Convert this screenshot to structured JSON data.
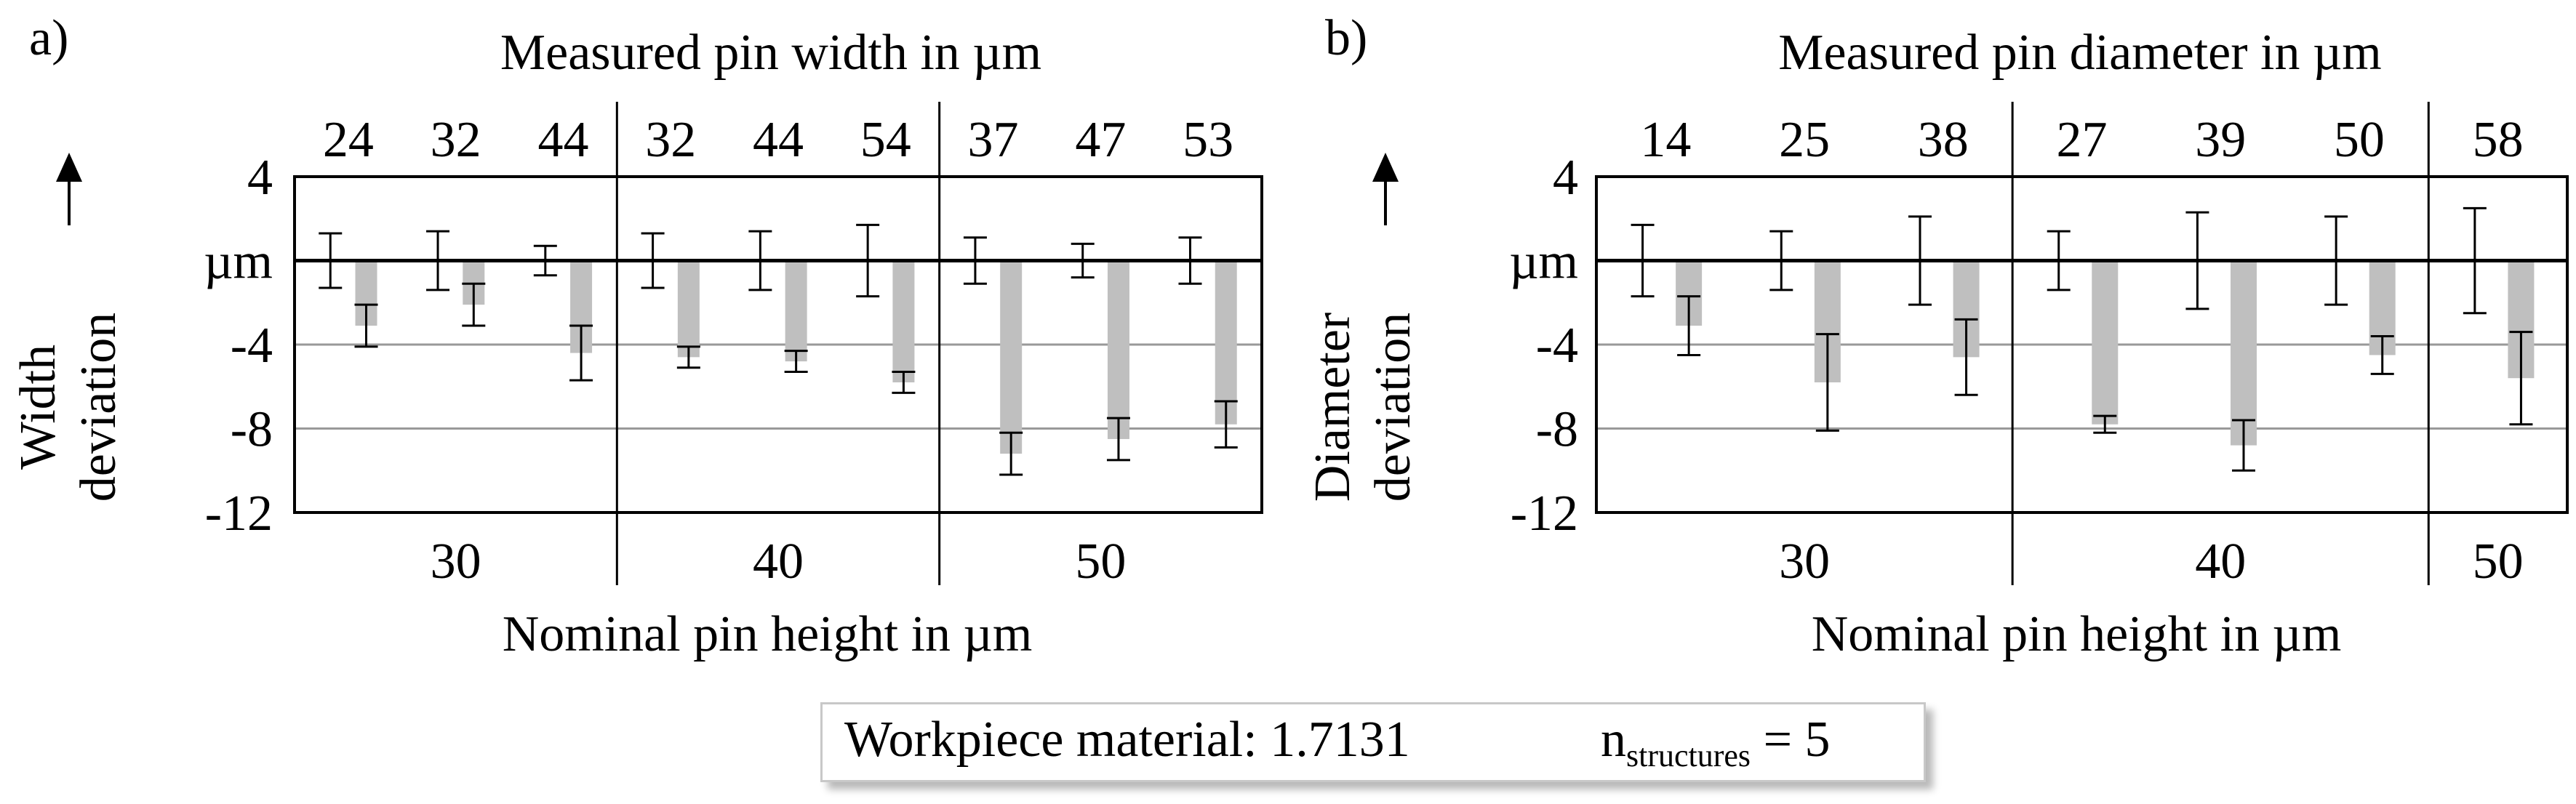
{
  "legend": {
    "material": "Workpiece material: 1.7131",
    "n_main": "n",
    "n_sub": "structures",
    "n_value": "= 5"
  },
  "colors": {
    "bar": "#bfbfbf",
    "axis": "#000000",
    "grid": "#999999"
  },
  "chart_data": [
    {
      "type": "bar",
      "panel_label": "a)",
      "top_title": "Measured pin width in µm",
      "xlabel": "Nominal pin height in µm",
      "ylabel": "Width deviation",
      "arrow": "↑",
      "ylim": [
        -12,
        4
      ],
      "yticks": [
        "4",
        "µm",
        "-4",
        "-8",
        "-12"
      ],
      "ytick_values": [
        4,
        0,
        -4,
        -8,
        -12
      ],
      "groups": [
        {
          "label": "30",
          "widths": [
            "24",
            "32",
            "44"
          ]
        },
        {
          "label": "40",
          "widths": [
            "32",
            "44",
            "54"
          ]
        },
        {
          "label": "50",
          "widths": [
            "37",
            "47",
            "53"
          ]
        }
      ],
      "series": [
        {
          "values": [
            0,
            0,
            0,
            0,
            0,
            0,
            0,
            0,
            0
          ],
          "errors": [
            1.3,
            1.4,
            0.7,
            1.3,
            1.4,
            1.7,
            1.1,
            0.8,
            1.1
          ]
        },
        {
          "values": [
            -3.1,
            -2.1,
            -4.4,
            -4.6,
            -4.8,
            -5.8,
            -9.2,
            -8.5,
            -7.8
          ],
          "errors": [
            1.0,
            1.0,
            1.3,
            0.5,
            0.5,
            0.5,
            1.0,
            1.0,
            1.1
          ]
        }
      ],
      "grid": [
        -4,
        -8
      ]
    },
    {
      "type": "bar",
      "panel_label": "b)",
      "top_title": "Measured pin diameter in µm",
      "xlabel": "Nominal pin height in µm",
      "ylabel": "Diameter deviation",
      "arrow": "↑",
      "ylim": [
        -12,
        4
      ],
      "yticks": [
        "4",
        "µm",
        "-4",
        "-8",
        "-12"
      ],
      "ytick_values": [
        4,
        0,
        -4,
        -8,
        -12
      ],
      "groups": [
        {
          "label": "30",
          "widths": [
            "14",
            "25",
            "38"
          ]
        },
        {
          "label": "40",
          "widths": [
            "27",
            "39",
            "50"
          ]
        },
        {
          "label": "50",
          "widths": [
            "58"
          ]
        }
      ],
      "series": [
        {
          "values": [
            0,
            0,
            0,
            0,
            0,
            0,
            0
          ],
          "errors": [
            1.7,
            1.4,
            2.1,
            1.4,
            2.3,
            2.1,
            2.5
          ]
        },
        {
          "values": [
            -3.1,
            -5.8,
            -4.6,
            -7.8,
            -8.8,
            -4.5,
            -5.6
          ],
          "errors": [
            1.4,
            2.3,
            1.8,
            0.4,
            1.2,
            0.9,
            2.2
          ]
        }
      ],
      "grid": [
        -4,
        -8
      ]
    }
  ]
}
